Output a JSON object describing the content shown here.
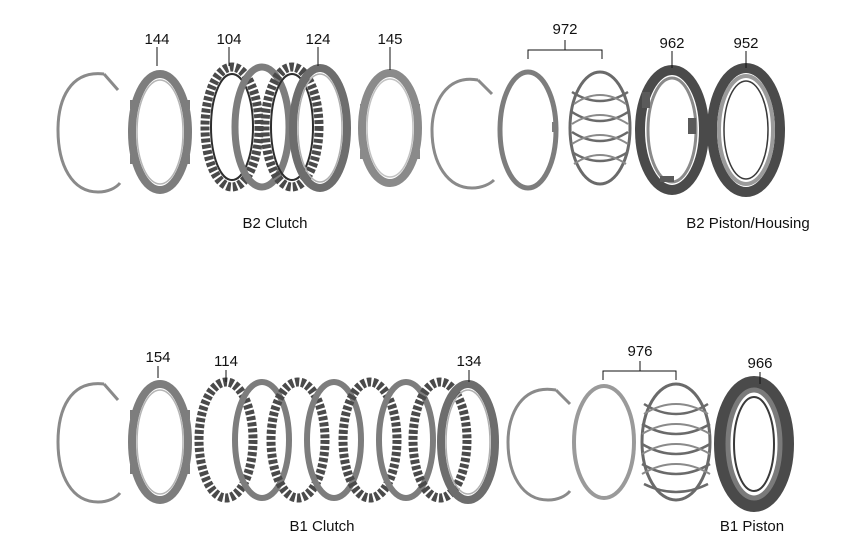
{
  "top_row": {
    "parts": {
      "p144": "144",
      "p104": "104",
      "p124": "124",
      "p145": "145",
      "p972": "972",
      "p962": "962",
      "p952": "952"
    },
    "captions": {
      "clutch": "B2 Clutch",
      "housing": "B2 Piston/Housing"
    }
  },
  "bottom_row": {
    "parts": {
      "p154": "154",
      "p114": "114",
      "p134": "134",
      "p976": "976",
      "p966": "966"
    },
    "captions": {
      "clutch": "B1 Clutch",
      "piston": "B1 Piston"
    }
  },
  "colors": {
    "snap_ring": "#8a8a8a",
    "steel_plate": "#7d7d7d",
    "friction_plate": "#4a4a4a",
    "piston": "#5a5a5a",
    "leader": "#111111"
  }
}
